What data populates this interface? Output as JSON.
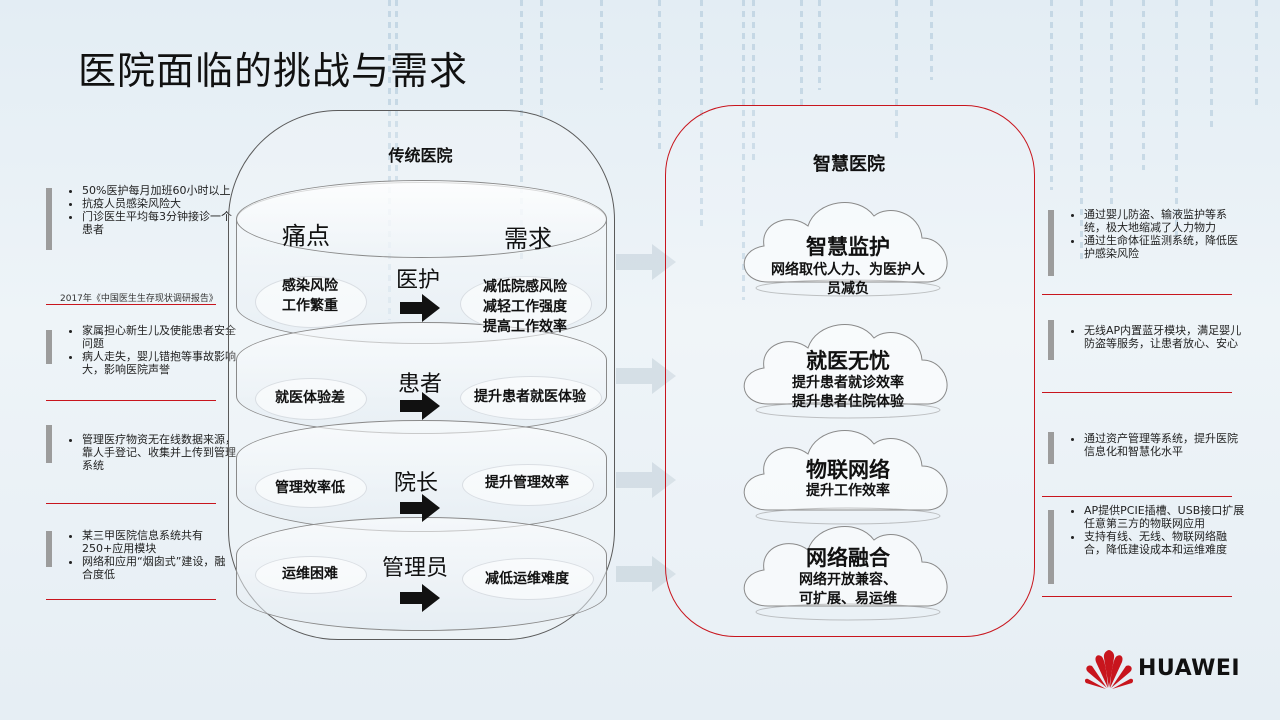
{
  "page": {
    "title": "医院面临的挑战与需求"
  },
  "left_notes": {
    "group1": {
      "items": [
        "50%医护每月加班60小时以上",
        "抗疫人员感染风险大",
        "门诊医生平均每3分钟接诊一个患者"
      ],
      "source": "2017年《中国医生生存现状调研报告》"
    },
    "group2": {
      "items": [
        "家属担心新生儿及使能患者安全问题",
        "病人走失，婴儿错抱等事故影响大，影响医院声誉"
      ]
    },
    "group3": {
      "items": [
        "管理医疗物资无在线数据来源，靠人手登记、收集并上传到管理系统"
      ]
    },
    "group4": {
      "items": [
        "某三甲医院信息系统共有250+应用模块",
        "网络和应用“烟囱式”建设，融合度低"
      ]
    }
  },
  "traditional": {
    "title": "传统医院",
    "head_pain": "痛点",
    "head_need": "需求",
    "rows": [
      {
        "role": "医护",
        "pain": "感染风险\n工作繁重",
        "need": "减低院感风险\n减轻工作强度\n提高工作效率"
      },
      {
        "role": "患者",
        "pain": "就医体验差",
        "need": "提升患者就医体验"
      },
      {
        "role": "院长",
        "pain": "管理效率低",
        "need": "提升管理效率"
      },
      {
        "role": "管理员",
        "pain": "运维困难",
        "need": "减低运维难度"
      }
    ]
  },
  "smart": {
    "title": "智慧医院",
    "clouds": [
      {
        "title": "智慧监护",
        "text": "网络取代人力、为医护人\n员减负"
      },
      {
        "title": "就医无忧",
        "text": "提升患者就诊效率\n提升患者住院体验"
      },
      {
        "title": "物联网络",
        "text": "提升工作效率"
      },
      {
        "title": "网络融合",
        "text": "网络开放兼容、\n可扩展、易运维"
      }
    ]
  },
  "right_notes": {
    "group1": {
      "items": [
        "通过婴儿防盗、输液监护等系统，极大地缩减了人力物力",
        "通过生命体征监测系统，降低医护感染风险"
      ]
    },
    "group2": {
      "items": [
        "无线AP内置蓝牙模块，满足婴儿防盗等服务，让患者放心、安心"
      ]
    },
    "group3": {
      "items": [
        "通过资产管理等系统，提升医院信息化和智慧化水平"
      ]
    },
    "group4": {
      "items": [
        "AP提供PCIE插槽、USB接口扩展任意第三方的物联网应用",
        "支持有线、无线、物联网络融合，降低建设成本和运维难度"
      ]
    }
  },
  "brand": {
    "name": "HUAWEI",
    "logo_icon": "huawei-petal-logo",
    "accent": "#c8151d"
  }
}
